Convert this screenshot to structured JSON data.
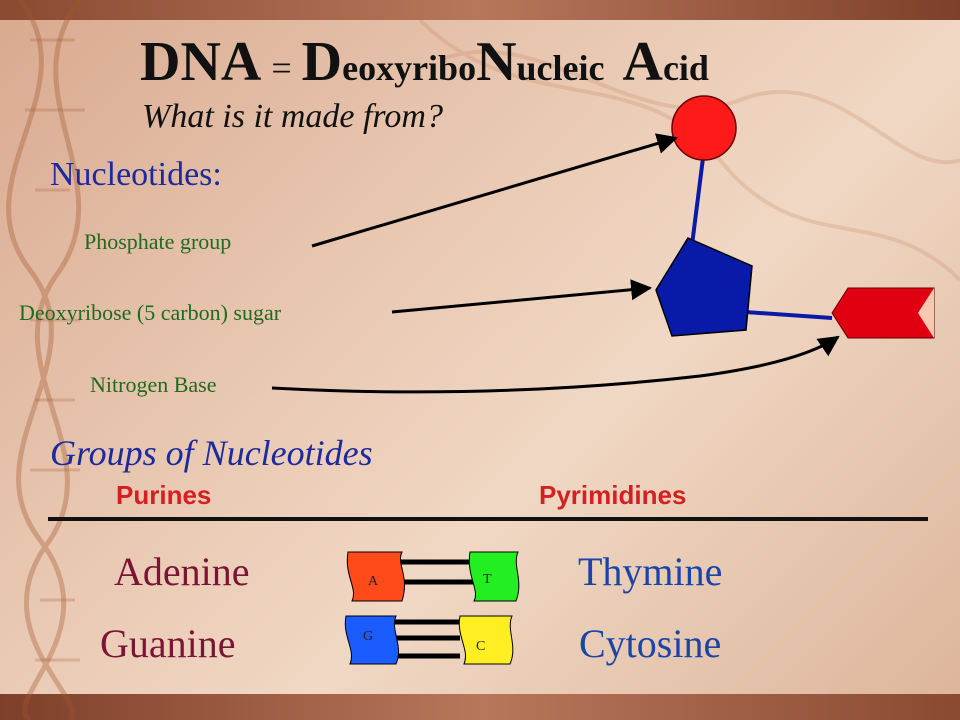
{
  "title": {
    "dna": "DNA",
    "equals": "=",
    "d_initial": "D",
    "d_rest": "eoxyribo",
    "n_initial": "N",
    "n_rest": "ucleic",
    "a_initial": "A",
    "a_rest": "cid"
  },
  "question": "What is it made from?",
  "nucleotides_label": "Nucleotides:",
  "parts": {
    "phosphate": "Phosphate group",
    "sugar": "Deoxyribose (5 carbon) sugar",
    "base": "Nitrogen Base"
  },
  "groups_title": "Groups of Nucleotides",
  "purines": {
    "heading": "Purines",
    "items": [
      "Adenine",
      "Guanine"
    ]
  },
  "pyrimidines": {
    "heading": "Pyrimidines",
    "items": [
      "Thymine",
      "Cytosine"
    ]
  },
  "pairs": [
    {
      "left": "A",
      "right": "T",
      "left_color": "#ff4a1a",
      "right_color": "#22ee22"
    },
    {
      "left": "G",
      "right": "C",
      "left_color": "#1b5cff",
      "right_color": "#ffee22"
    }
  ],
  "colors": {
    "phosphate": "#ff1a1a",
    "sugar": "#0a1aa8",
    "base": "#e00010",
    "heading_blue": "#1c2a9e",
    "part_green": "#1e6b1e",
    "group_red": "#d42020"
  }
}
